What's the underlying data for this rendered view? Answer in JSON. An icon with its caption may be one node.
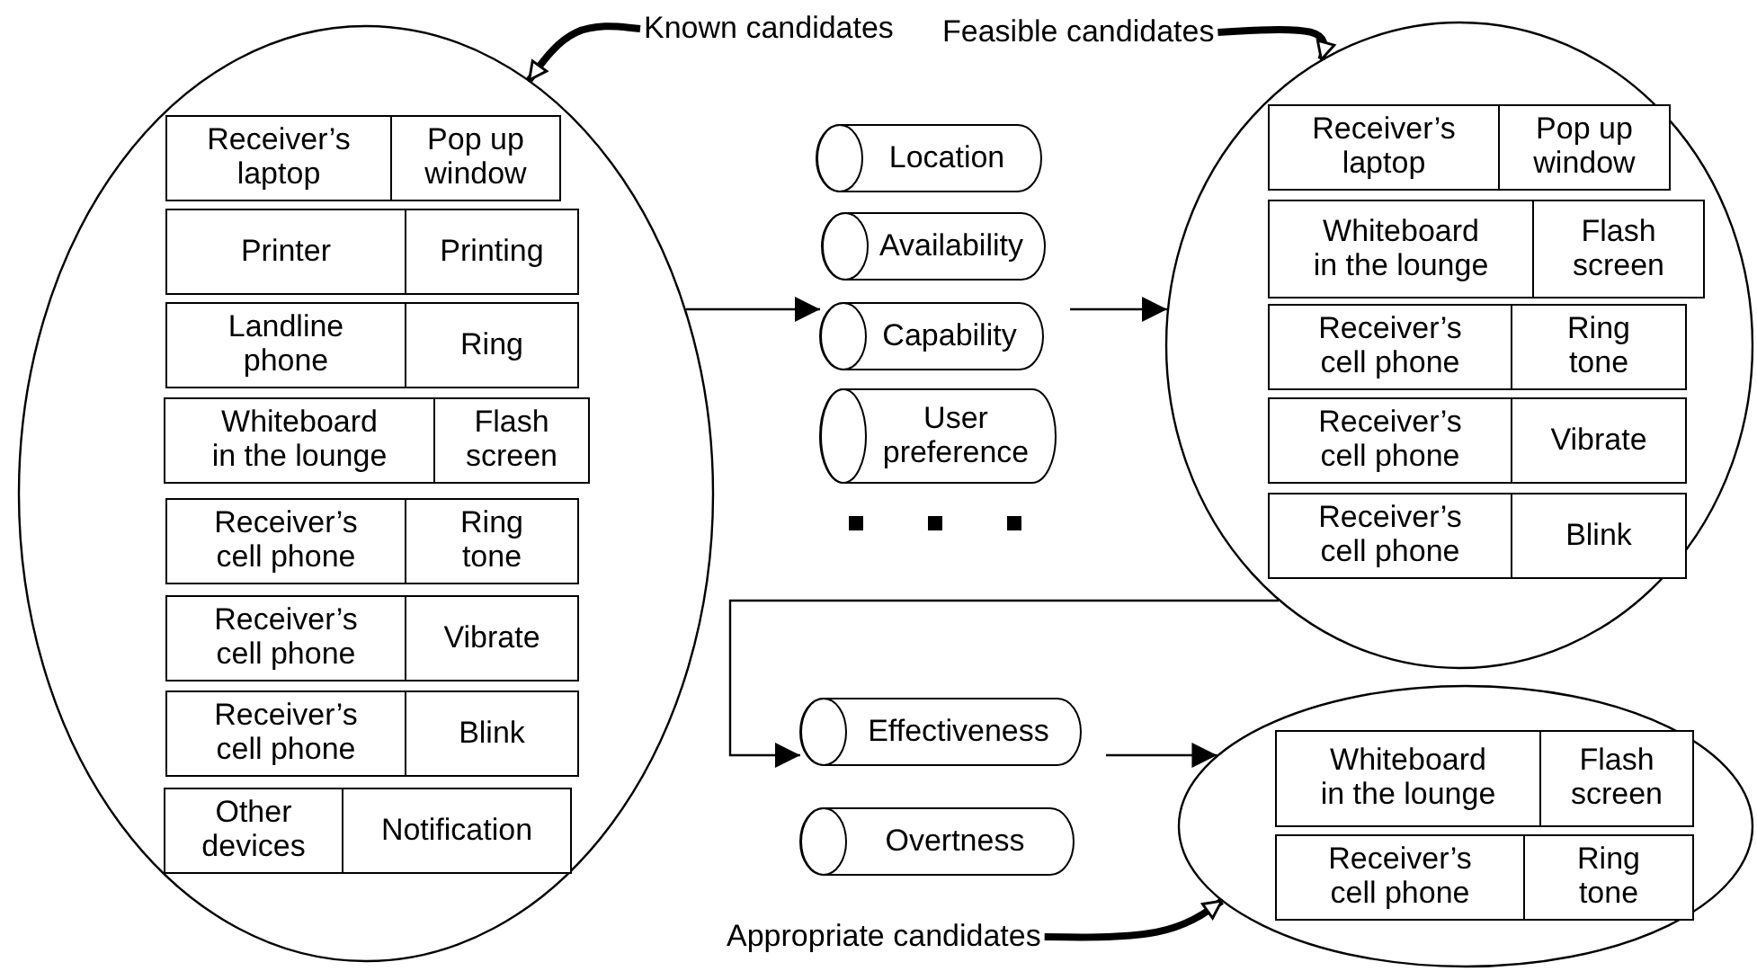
{
  "diagram": {
    "nodes": [
      {
        "text": [
          "Known candidates"
        ]
      },
      {
        "text": [],
        "shape": "ellipse"
      },
      {
        "text": [
          "Receiver’s laptop",
          "Pop up window"
        ],
        "in": 1
      },
      {
        "text": [
          "Printer",
          "Printing"
        ],
        "in": 1
      },
      {
        "text": [
          "Landline phone",
          "Ring"
        ],
        "in": 1
      },
      {
        "text": [
          "Whiteboard in the lounge",
          "Flash screen"
        ],
        "in": 1
      },
      {
        "text": [
          "Receiver’s cell phone",
          "Ring tone"
        ],
        "in": 1
      },
      {
        "text": [
          "Receiver’s cell phone",
          "Vibrate"
        ],
        "in": 1
      },
      {
        "text": [
          "Receiver’s cell phone",
          "Blink"
        ],
        "in": 1
      },
      {
        "text": [
          "Other devices",
          "Notification"
        ],
        "in": 1
      },
      {
        "text": [
          "Location"
        ]
      },
      {
        "text": [
          "Availability"
        ]
      },
      {
        "text": [
          "Capability"
        ]
      },
      {
        "text": [
          "User preference"
        ]
      },
      {
        "text": [
          "Feasible candidates"
        ]
      },
      {
        "text": [],
        "shape": "ellipse"
      },
      {
        "text": [
          "Receiver’s laptop",
          "Pop up window"
        ],
        "in": 15
      },
      {
        "text": [
          "Whiteboard in the lounge",
          "Flash screen"
        ],
        "in": 15
      },
      {
        "text": [
          "Receiver’s cell phone",
          "Ring tone"
        ],
        "in": 15
      },
      {
        "text": [
          "Receiver’s cell phone",
          "Vibrate"
        ],
        "in": 15
      },
      {
        "text": [
          "Receiver’s cell phone",
          "Blink"
        ],
        "in": 15
      },
      {
        "text": [
          "Effectiveness"
        ]
      },
      {
        "text": [
          "Overtness"
        ]
      },
      {
        "text": [
          "Appropriate candidates"
        ]
      },
      {
        "text": [],
        "shape": "ellipse"
      },
      {
        "text": [
          "Whiteboard in the lounge",
          "Flash screen"
        ],
        "in": 24
      },
      {
        "text": [
          "Receiver’s cell phone",
          "Ring tone"
        ],
        "in": 24
      }
    ],
    "edges": [
      {
        "from": 0,
        "to": 1,
        "arrow": "to",
        "style": "thick"
      },
      {
        "from": 14,
        "to": 15,
        "arrow": "to",
        "style": "thick"
      },
      {
        "from": 23,
        "to": 24,
        "arrow": "to",
        "style": "thick"
      },
      {
        "from": 1,
        "to": 12,
        "arrow": "to"
      },
      {
        "from": null,
        "to": 15,
        "arrow": "to"
      },
      {
        "from": 15,
        "to": 21,
        "arrow": "to"
      },
      {
        "from": null,
        "to": 24,
        "arrow": "to"
      }
    ]
  }
}
